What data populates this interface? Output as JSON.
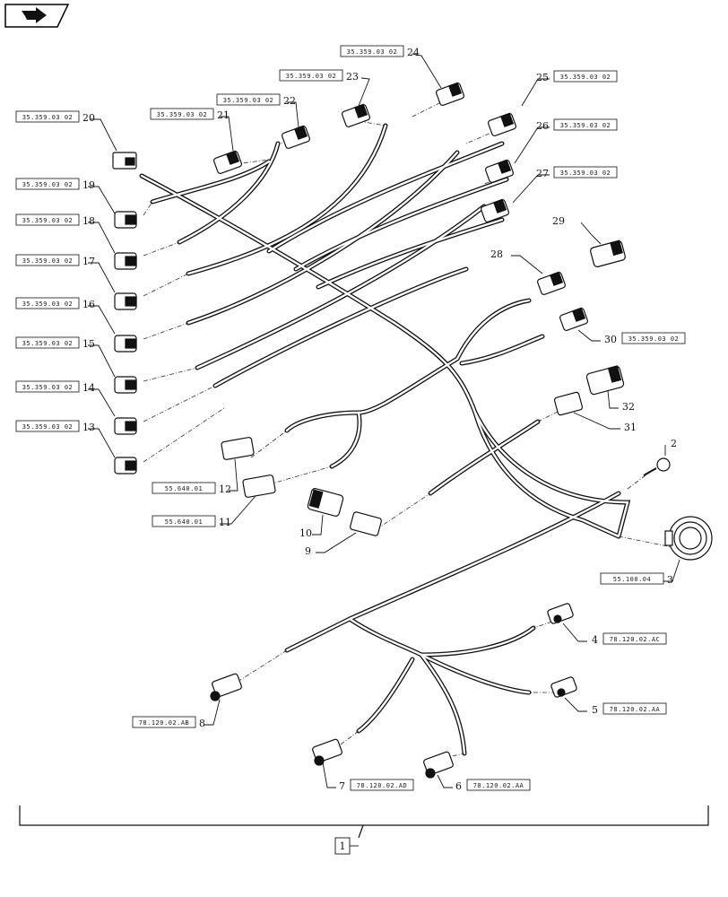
{
  "nav": {
    "icon": "arrow-next-icon"
  },
  "callouts": [
    {
      "num": "24",
      "ref": "35.359.03 02"
    },
    {
      "num": "23",
      "ref": "35.359.03 02"
    },
    {
      "num": "22",
      "ref": "35.359.03 02"
    },
    {
      "num": "21",
      "ref": "35.359.03 02"
    },
    {
      "num": "20",
      "ref": "35.359.03 02"
    },
    {
      "num": "19",
      "ref": "35.359.03 02"
    },
    {
      "num": "18",
      "ref": "35.359.03 02"
    },
    {
      "num": "17",
      "ref": "35.359.03 02"
    },
    {
      "num": "16",
      "ref": "35.359.03 02"
    },
    {
      "num": "15",
      "ref": "35.359.03 02"
    },
    {
      "num": "14",
      "ref": "35.359.03 02"
    },
    {
      "num": "13",
      "ref": "35.359.03 02"
    },
    {
      "num": "25",
      "ref": "35.359.03 02"
    },
    {
      "num": "26",
      "ref": "35.359.03 02"
    },
    {
      "num": "27",
      "ref": "35.359.03 02"
    },
    {
      "num": "29",
      "ref": ""
    },
    {
      "num": "28",
      "ref": ""
    },
    {
      "num": "30",
      "ref": "35.359.03 02"
    },
    {
      "num": "32",
      "ref": ""
    },
    {
      "num": "31",
      "ref": ""
    },
    {
      "num": "2",
      "ref": ""
    },
    {
      "num": "12",
      "ref": "55.640.01"
    },
    {
      "num": "11",
      "ref": "55.640.01"
    },
    {
      "num": "10",
      "ref": ""
    },
    {
      "num": "9",
      "ref": ""
    },
    {
      "num": "3",
      "ref": "55.100.04"
    },
    {
      "num": "4",
      "ref": "78.120.02.AC"
    },
    {
      "num": "5",
      "ref": "78.120.02.AA"
    },
    {
      "num": "8",
      "ref": "78.120.02.AB"
    },
    {
      "num": "7",
      "ref": "78.120.02.AD"
    },
    {
      "num": "6",
      "ref": "78.120.02.AA"
    }
  ],
  "assembly": {
    "num": "1"
  }
}
